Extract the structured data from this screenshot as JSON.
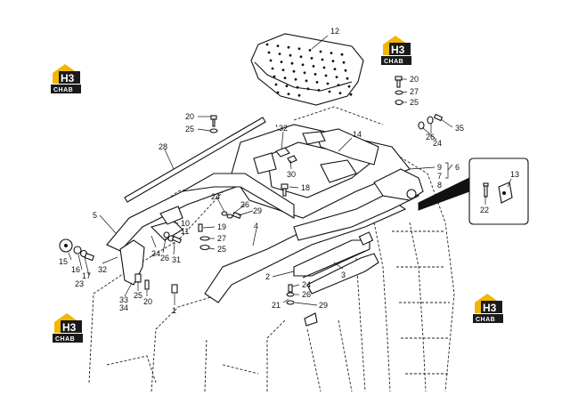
{
  "diagram": {
    "callouts": [
      "12",
      "14",
      "32",
      "30",
      "18",
      "9",
      "6",
      "7",
      "8",
      "20",
      "27",
      "25",
      "35",
      "26",
      "24",
      "28",
      "20",
      "25",
      "5",
      "10",
      "11",
      "24",
      "26",
      "29",
      "19",
      "27",
      "25",
      "4",
      "15",
      "16",
      "17",
      "23",
      "32",
      "24",
      "26",
      "31",
      "33",
      "34",
      "25",
      "20",
      "1",
      "2",
      "3",
      "24",
      "26",
      "21",
      "29",
      "13",
      "22"
    ],
    "watermark": {
      "top": "H3",
      "bottom": "CHAB"
    },
    "colors": {
      "logo_yellow": "#f2b705",
      "logo_black": "#1a1a1a",
      "line": "#111111"
    }
  }
}
